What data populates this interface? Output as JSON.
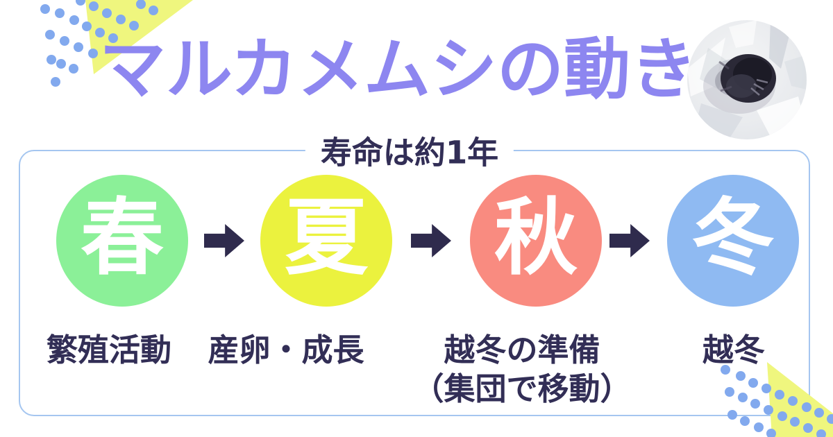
{
  "title": {
    "text": "マルカメムシの動き",
    "color": "#8d86f0"
  },
  "lifespan_note": {
    "text": "寿命は約1年",
    "color": "#322e56"
  },
  "photo": {
    "name": "marukamemushi-bug-photo"
  },
  "flow": {
    "box_border_color": "#a5c6f0",
    "arrow_color": "#2f2b4d",
    "stages": [
      {
        "season": "春",
        "circle_color": "#8bf098",
        "label": "繁殖活動"
      },
      {
        "season": "夏",
        "circle_color": "#ebf23e",
        "label": "産卵・成長"
      },
      {
        "season": "秋",
        "circle_color": "#f98b80",
        "label": "越冬の準備",
        "label_note": "（集団で移動）"
      },
      {
        "season": "冬",
        "circle_color": "#8fbaf2",
        "label": "越冬"
      }
    ]
  },
  "decor": {
    "triangle_color": "#eff67e",
    "dot_color": "#82a9ee"
  }
}
